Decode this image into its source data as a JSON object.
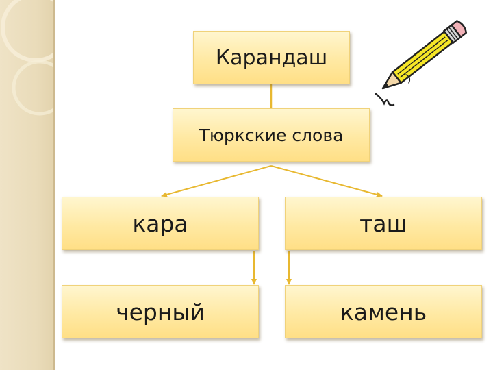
{
  "diagram": {
    "root": "Карандаш",
    "group": "Тюркские слова",
    "parts": [
      {
        "word": "кара",
        "meaning": "черный"
      },
      {
        "word": "таш",
        "meaning": "камень"
      }
    ]
  },
  "colors": {
    "box_fill": "#ffe9a3",
    "box_border": "#f0d27a",
    "connector": "#e8b830",
    "side_panel": "#e9dbb9"
  },
  "icons": [
    "pencil-icon"
  ]
}
